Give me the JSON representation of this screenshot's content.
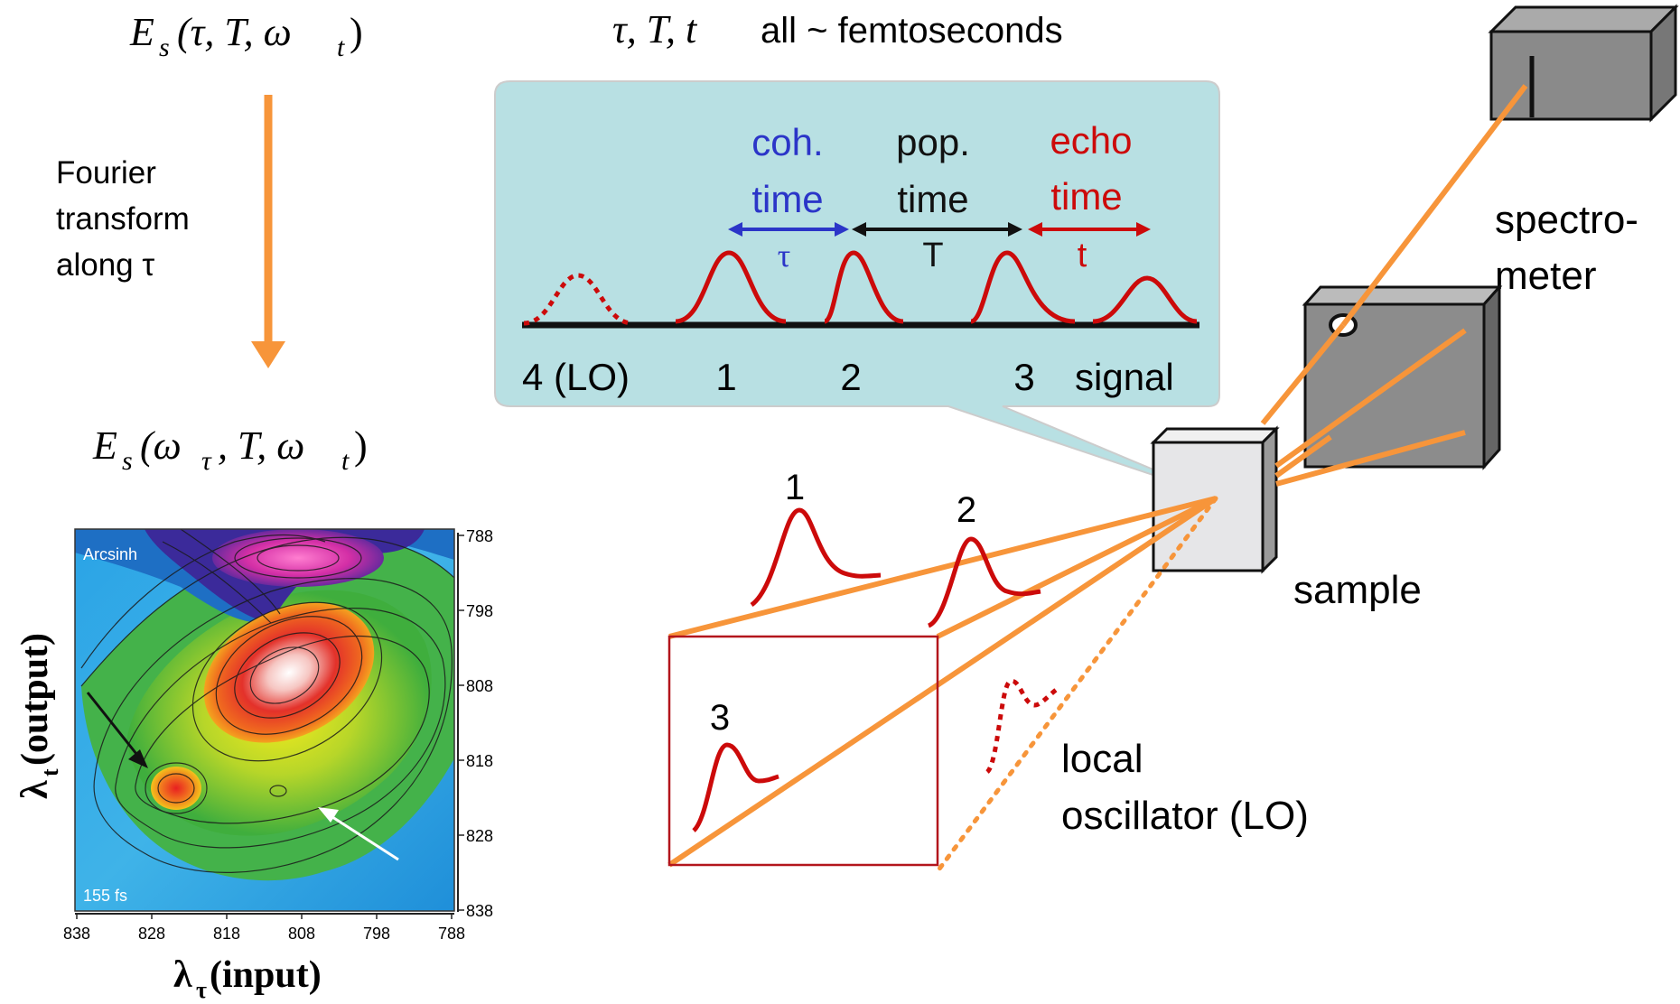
{
  "left": {
    "eq_top": "E_s(τ, T, ω_t)",
    "eq_top_parts": {
      "E": "E",
      "s": "s",
      "args": "(τ, T, ω",
      "sub": "t",
      "close": ")"
    },
    "ft_line1": "Fourier",
    "ft_line2": "transform",
    "ft_line3": "along τ",
    "eq_bottom": "E_s(ω_τ, T, ω_t)",
    "eq_bottom_parts": {
      "E": "E",
      "s": "s",
      "open": "(ω",
      "sub1": "τ",
      "mid": ", T, ω",
      "sub2": "t",
      "close": ")"
    }
  },
  "spectrum": {
    "label_arcsinh": "Arcsinh",
    "label_time": "155 fs",
    "x_ticks": [
      "838",
      "828",
      "818",
      "808",
      "798",
      "788"
    ],
    "y_ticks": [
      "788",
      "798",
      "808",
      "818",
      "828",
      "838"
    ],
    "xlabel_main": "λ",
    "xlabel_sub": "τ",
    "xlabel_rest": " (input)",
    "ylabel_main": "λ",
    "ylabel_sub": "t",
    "ylabel_rest": " (output)"
  },
  "header": {
    "math": "τ, T, t",
    "text": "all ~ femtoseconds"
  },
  "bubble": {
    "coh_line1": "coh.",
    "coh_line2": "time",
    "pop_line1": "pop.",
    "pop_line2": "time",
    "echo_line1": "echo",
    "echo_line2": "time",
    "tau": "τ",
    "T": "T",
    "t": "t",
    "labels": [
      "4 (LO)",
      "1",
      "2",
      "3",
      "signal"
    ]
  },
  "setup": {
    "pulse1": "1",
    "pulse2": "2",
    "pulse3": "3",
    "sample": "sample",
    "lo_line1": "local",
    "lo_line2": "oscillator (LO)",
    "spec_line1": "spectro-",
    "spec_line2": "meter"
  },
  "colors": {
    "orange": "#f7953a",
    "red": "#cc0a0a",
    "blue": "#2b35c8",
    "bubble": "#b8e0e3"
  }
}
